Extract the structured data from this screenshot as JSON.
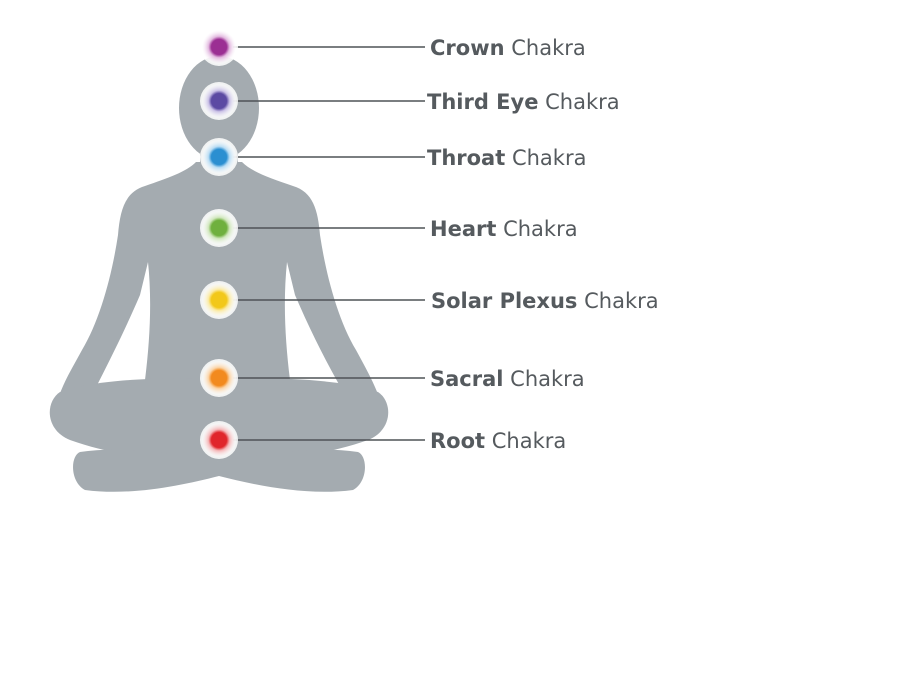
{
  "figure": {
    "body_color": "#a4abb0",
    "line_color": "#4f5357",
    "text_color": "#555a5e"
  },
  "chakras": [
    {
      "id": "crown",
      "name": "Crown",
      "suffix": " Chakra",
      "color": "#9b2f93",
      "glow": "#e2b8df"
    },
    {
      "id": "third-eye",
      "name": "Third Eye",
      "suffix": " Chakra",
      "color": "#5c4aa3",
      "glow": "#c9c0e6"
    },
    {
      "id": "throat",
      "name": "Throat",
      "suffix": " Chakra",
      "color": "#2b8fd1",
      "glow": "#b8dcf4"
    },
    {
      "id": "heart",
      "name": "Heart",
      "suffix": " Chakra",
      "color": "#6fb03e",
      "glow": "#cfe6bb"
    },
    {
      "id": "solar-plexus",
      "name": "Solar Plexus",
      "suffix": " Chakra",
      "color": "#f2c81a",
      "glow": "#fbeaa3"
    },
    {
      "id": "sacral",
      "name": "Sacral",
      "suffix": " Chakra",
      "color": "#f28a1e",
      "glow": "#fbd3a5"
    },
    {
      "id": "root",
      "name": "Root",
      "suffix": " Chakra",
      "color": "#e0262b",
      "glow": "#f5b5b6"
    }
  ]
}
